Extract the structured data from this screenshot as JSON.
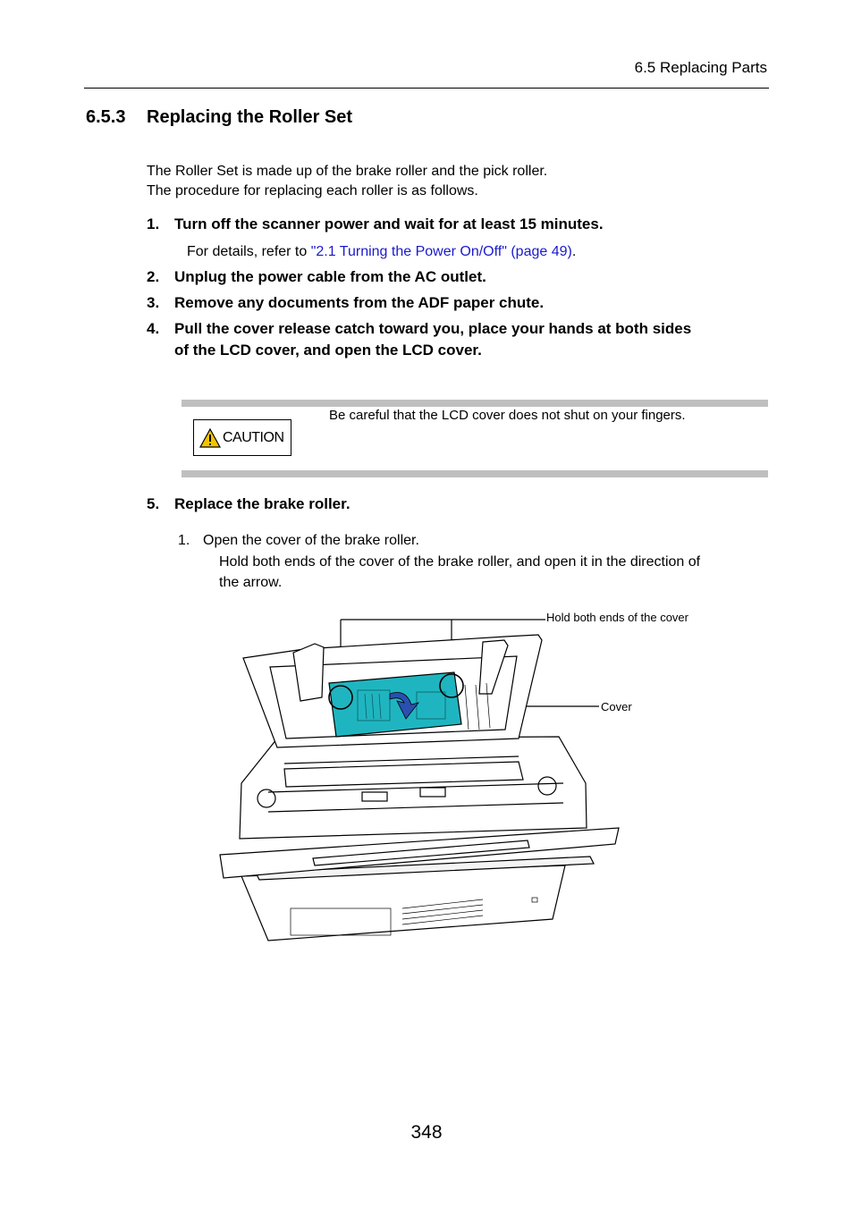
{
  "header": {
    "running_title": "6.5 Replacing Parts"
  },
  "section": {
    "number": "6.5.3",
    "title": "Replacing the Roller Set"
  },
  "intro": [
    "The Roller Set is made up of the brake roller and the pick roller.",
    "The procedure for replacing each roller is as follows."
  ],
  "steps": [
    {
      "num": "1.",
      "text": "Turn off the scanner power and wait for at least 15 minutes."
    },
    {
      "num": "2.",
      "text": "Unplug the power cable from the AC outlet."
    },
    {
      "num": "3.",
      "text": "Remove any documents from the ADF paper chute."
    },
    {
      "num": "4.",
      "text_line1": "Pull the cover release catch toward you, place your hands at both sides",
      "text_line2": "of the LCD cover, and open the LCD cover."
    },
    {
      "num": "5.",
      "text": "Replace the brake roller."
    }
  ],
  "step1_detail": {
    "prefix": "For details, refer to ",
    "link": "\"2.1 Turning the Power On/Off\" (page 49)",
    "suffix": "."
  },
  "caution": {
    "label": "CAUTION",
    "text": "Be careful that the LCD cover does not shut on your fingers."
  },
  "substep": {
    "num": "1.",
    "text": "Open the cover of the brake roller.",
    "detail_line1": "Hold both ends of the cover of the brake roller, and open it in the direction of",
    "detail_line2": "the arrow."
  },
  "figure": {
    "callout_hold": "Hold both ends of the cover",
    "callout_cover": "Cover",
    "colors": {
      "cover": "#1fb5c0",
      "arrow": "#2a4fb0"
    }
  },
  "footer": {
    "page_number": "348"
  }
}
